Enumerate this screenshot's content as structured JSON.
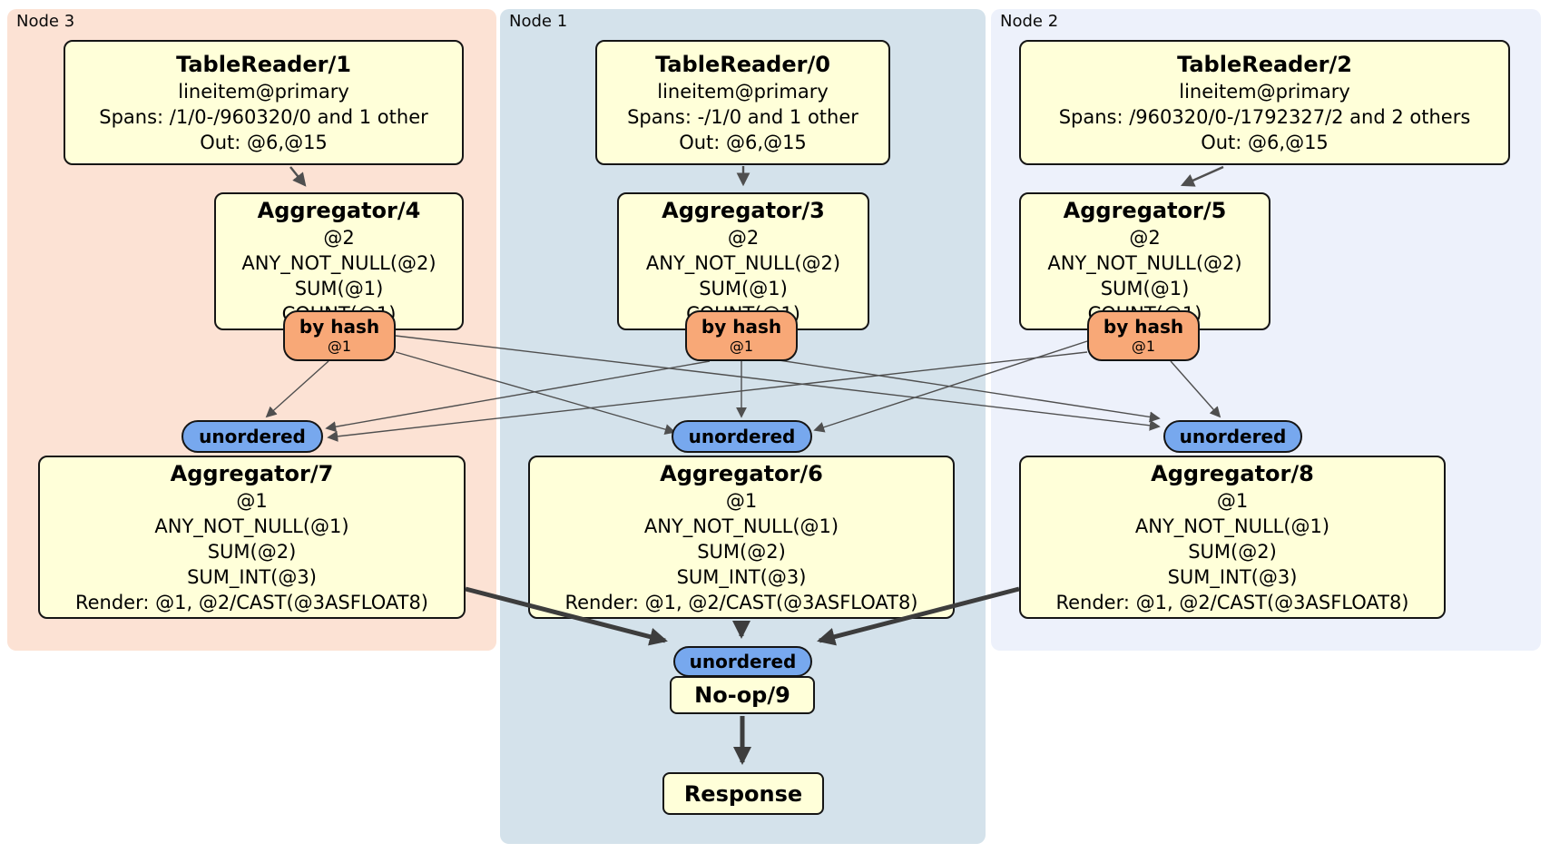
{
  "diagram_type": "distributed-sql-plan",
  "regions": {
    "node3": {
      "label": "Node 3",
      "bg": "#fce2d4"
    },
    "node1": {
      "label": "Node 1",
      "bg": "#d4e2eb"
    },
    "node2": {
      "label": "Node 2",
      "bg": "#edf1fb"
    }
  },
  "colors": {
    "processor_fill": "#ffffd9",
    "router_fill": "#f8a877",
    "sync_fill": "#77a8ee",
    "border": "#151515",
    "thin_edge": "#4f4f4f",
    "thick_edge": "#3d3d3d"
  },
  "processors": {
    "tr1": {
      "title": "TableReader/1",
      "lines": [
        "lineitem@primary",
        "Spans: /1/0-/960320/0 and 1 other",
        "Out: @6,@15"
      ]
    },
    "tr0": {
      "title": "TableReader/0",
      "lines": [
        "lineitem@primary",
        "Spans: -/1/0 and 1 other",
        "Out: @6,@15"
      ]
    },
    "tr2": {
      "title": "TableReader/2",
      "lines": [
        "lineitem@primary",
        "Spans: /960320/0-/1792327/2 and 2 others",
        "Out: @6,@15"
      ]
    },
    "agg4": {
      "title": "Aggregator/4",
      "lines": [
        "@2",
        "ANY_NOT_NULL(@2)",
        "SUM(@1)",
        "COUNT(@1)"
      ]
    },
    "agg3": {
      "title": "Aggregator/3",
      "lines": [
        "@2",
        "ANY_NOT_NULL(@2)",
        "SUM(@1)",
        "COUNT(@1)"
      ]
    },
    "agg5": {
      "title": "Aggregator/5",
      "lines": [
        "@2",
        "ANY_NOT_NULL(@2)",
        "SUM(@1)",
        "COUNT(@1)"
      ]
    },
    "agg7": {
      "title": "Aggregator/7",
      "lines": [
        "@1",
        "ANY_NOT_NULL(@1)",
        "SUM(@2)",
        "SUM_INT(@3)",
        "Render: @1, @2/CAST(@3ASFLOAT8)"
      ]
    },
    "agg6": {
      "title": "Aggregator/6",
      "lines": [
        "@1",
        "ANY_NOT_NULL(@1)",
        "SUM(@2)",
        "SUM_INT(@3)",
        "Render: @1, @2/CAST(@3ASFLOAT8)"
      ]
    },
    "agg8": {
      "title": "Aggregator/8",
      "lines": [
        "@1",
        "ANY_NOT_NULL(@1)",
        "SUM(@2)",
        "SUM_INT(@3)",
        "Render: @1, @2/CAST(@3ASFLOAT8)"
      ]
    },
    "noop": {
      "title": "No-op/9"
    },
    "response": {
      "title": "Response"
    }
  },
  "routers": {
    "byhash": {
      "label": "by hash",
      "key": "@1"
    },
    "unordered": {
      "label": "unordered"
    }
  }
}
